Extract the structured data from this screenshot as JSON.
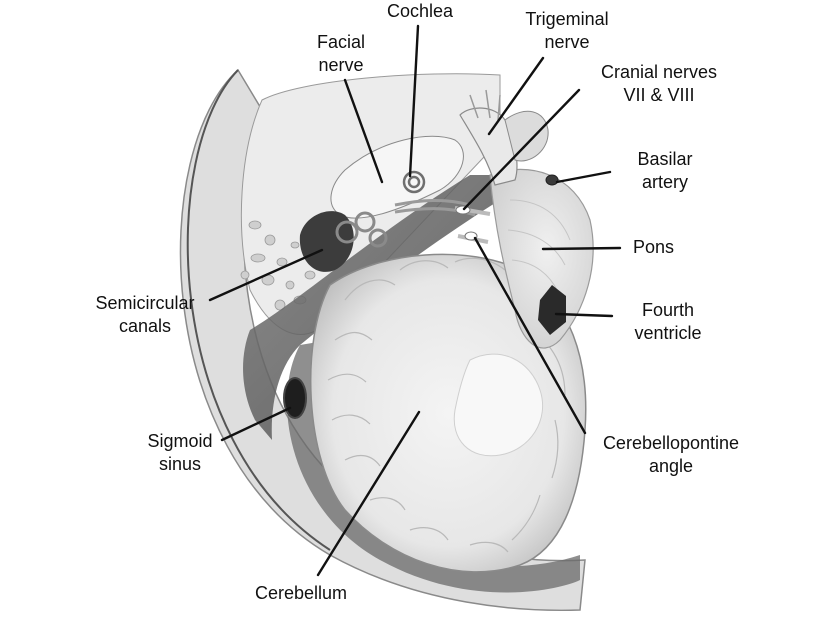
{
  "labels": {
    "cochlea": [
      "Cochlea"
    ],
    "facial_nerve": [
      "Facial",
      "nerve"
    ],
    "trigeminal_nerve": [
      "Trigeminal",
      "nerve"
    ],
    "cranial_nerves": [
      "Cranial nerves",
      "VII & VIII"
    ],
    "basilar_artery": [
      "Basilar",
      "artery"
    ],
    "pons": [
      "Pons"
    ],
    "fourth_ventricle": [
      "Fourth",
      "ventricle"
    ],
    "semicircular_canals": [
      "Semicircular",
      "canals"
    ],
    "sigmoid_sinus": [
      "Sigmoid",
      "sinus"
    ],
    "cerebellopontine_angle": [
      "Cerebellopontine",
      "angle"
    ],
    "cerebellum": [
      "Cerebellum"
    ]
  },
  "colors": {
    "line": "#111111",
    "bone": "#e6e6e6",
    "tissue": "#f3f3f3",
    "shadow": "#7a7a7a"
  }
}
